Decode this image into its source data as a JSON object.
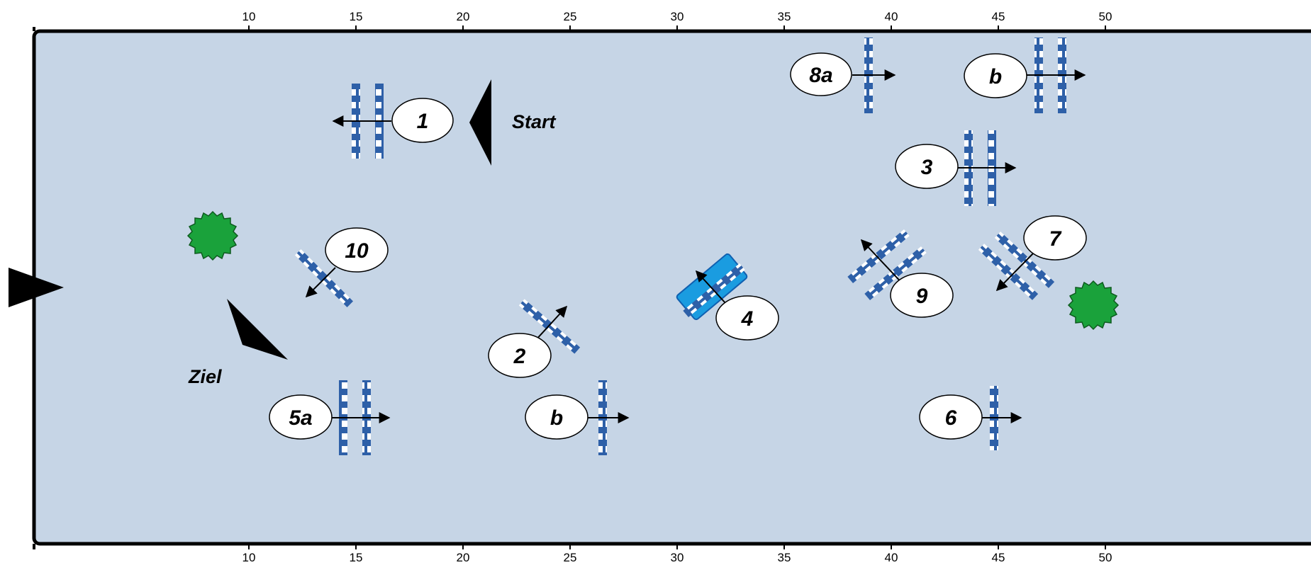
{
  "ruler": {
    "ticks": [
      "10",
      "15",
      "20",
      "25",
      "30",
      "35",
      "40",
      "45",
      "50"
    ]
  },
  "arena": {
    "fill_color": "#c6d5e6",
    "border_color": "#000000"
  },
  "obstacle_colors": {
    "pole_blue": "#2e60a8",
    "pole_white": "#ffffff",
    "wall_cyan": "#1a9ce0",
    "tree_green": "#1aa23b"
  },
  "start_label": "Start",
  "finish_label": "Ziel",
  "obstacles": [
    {
      "id": "1",
      "label": "1"
    },
    {
      "id": "2",
      "label": "2"
    },
    {
      "id": "3",
      "label": "3"
    },
    {
      "id": "4",
      "label": "4"
    },
    {
      "id": "5a",
      "label": "5a"
    },
    {
      "id": "5b",
      "label": "b"
    },
    {
      "id": "6",
      "label": "6"
    },
    {
      "id": "7",
      "label": "7"
    },
    {
      "id": "8a",
      "label": "8a"
    },
    {
      "id": "8b",
      "label": "b"
    },
    {
      "id": "9",
      "label": "9"
    },
    {
      "id": "10",
      "label": "10"
    }
  ]
}
